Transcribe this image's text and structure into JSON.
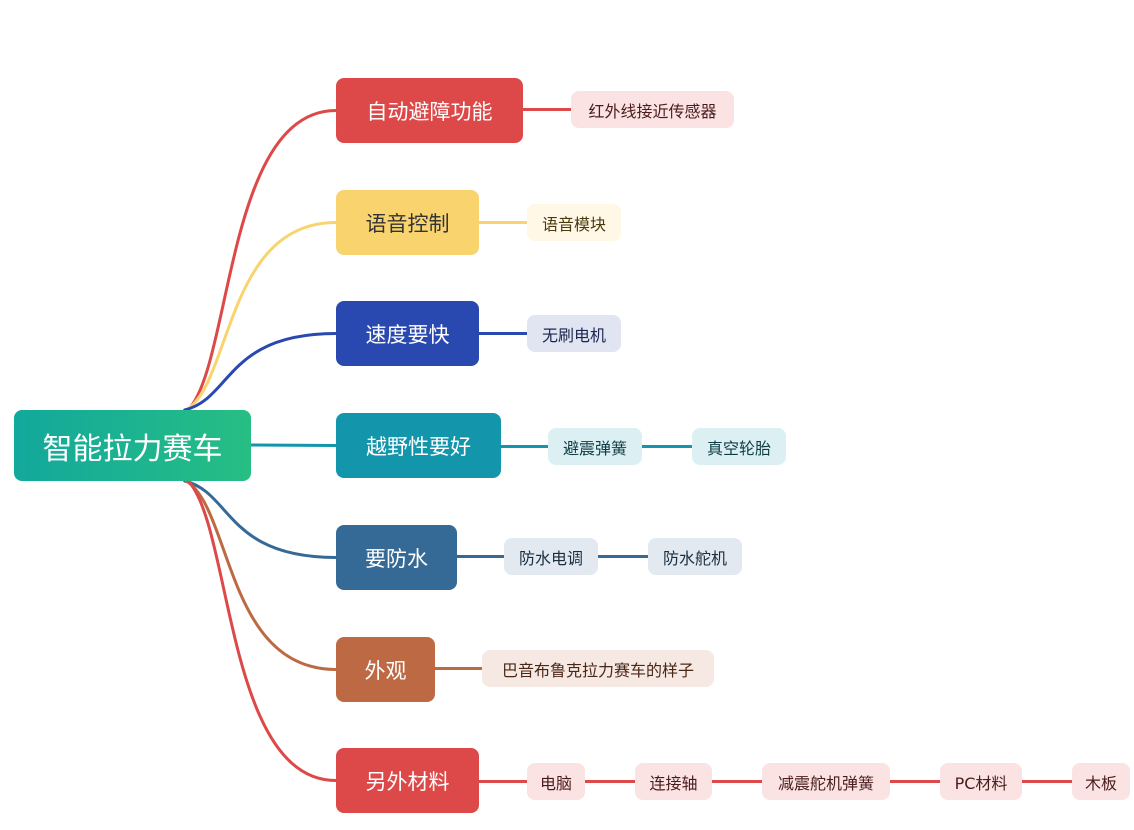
{
  "root": {
    "label": "智能拉力赛车"
  },
  "branches": [
    {
      "label": "自动避障功能",
      "color": "#dd4848",
      "leaf_bg": "#fbe3e3",
      "leaf_text": "#4a1c1c",
      "leaves": [
        "红外线接近传感器"
      ]
    },
    {
      "label": "语音控制",
      "color": "#f9d46e",
      "text_color": "#333333",
      "leaf_bg": "#fff8e6",
      "leaf_text": "#4a3a10",
      "leaves": [
        "语音模块"
      ]
    },
    {
      "label": "速度要快",
      "color": "#2a49b0",
      "leaf_bg": "#e1e5f2",
      "leaf_text": "#1c2550",
      "leaves": [
        "无刷电机"
      ]
    },
    {
      "label": "越野性要好",
      "color": "#1395ac",
      "leaf_bg": "#dcf0f4",
      "leaf_text": "#0f3c44",
      "leaves": [
        "避震弹簧",
        "真空轮胎"
      ]
    },
    {
      "label": "要防水",
      "color": "#366a96",
      "leaf_bg": "#e2e9f0",
      "leaf_text": "#1a2e40",
      "leaves": [
        "防水电调",
        "防水舵机"
      ]
    },
    {
      "label": "外观",
      "color": "#bd6a44",
      "leaf_bg": "#f6e9e3",
      "leaf_text": "#4a2616",
      "leaves": [
        "巴音布鲁克拉力赛车的样子"
      ]
    },
    {
      "label": "另外材料",
      "color": "#dd4848",
      "leaf_bg": "#fbe3e3",
      "leaf_text": "#4a1c1c",
      "leaves": [
        "电脑",
        "连接轴",
        "减震舵机弹簧",
        "PC材料",
        "木板"
      ]
    }
  ]
}
